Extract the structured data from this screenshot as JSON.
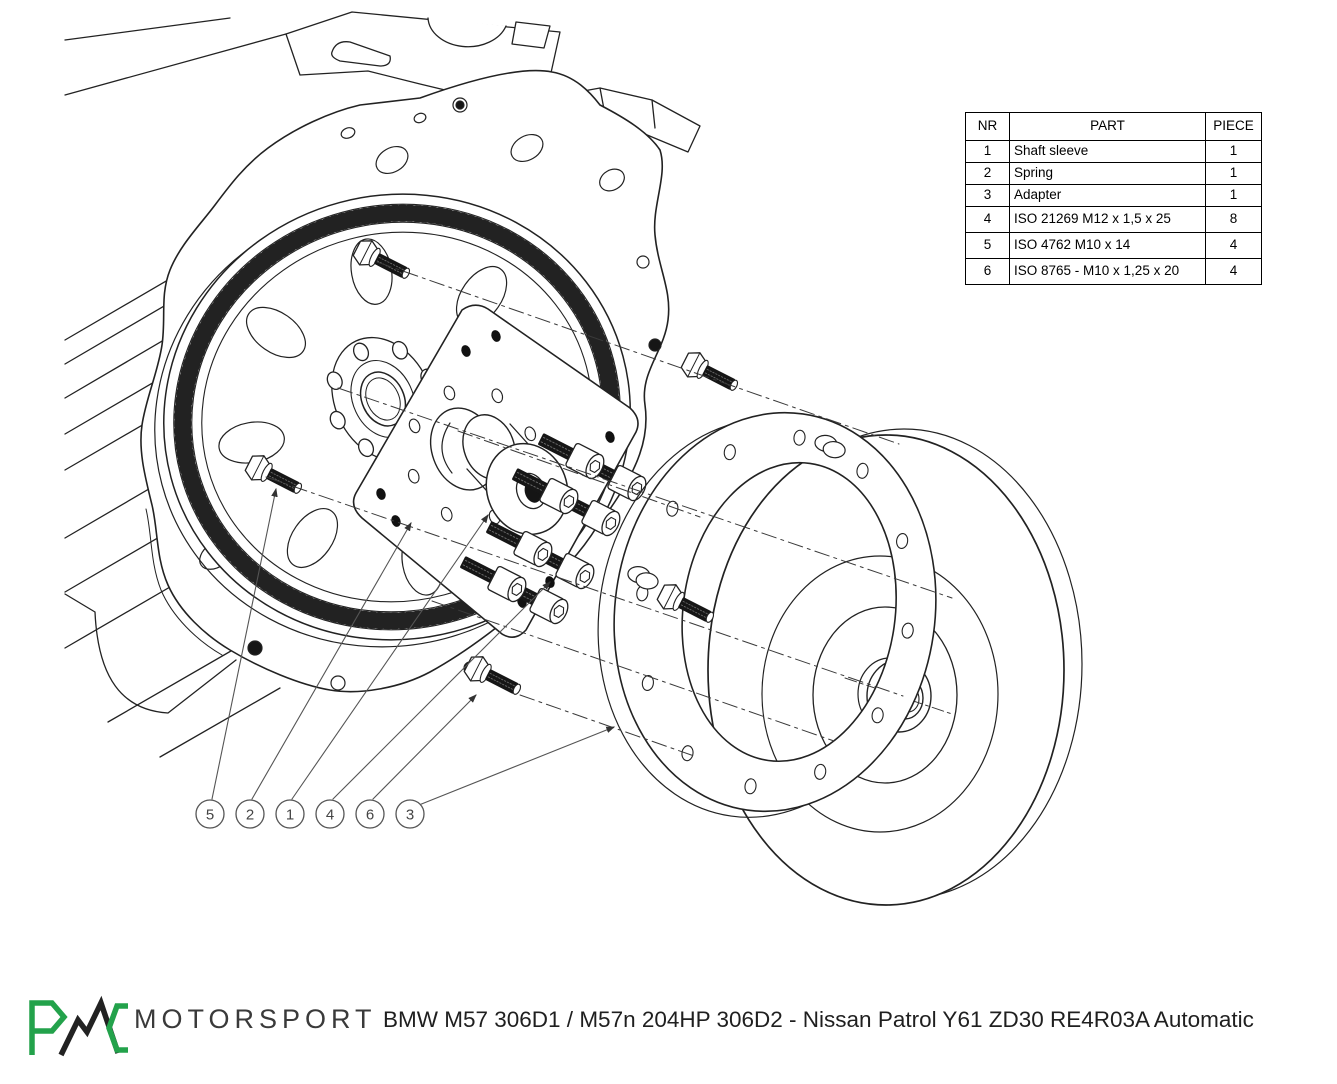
{
  "parts_table": {
    "headers": {
      "nr": "NR",
      "part": "PART",
      "piece": "PIECE"
    },
    "rows": [
      {
        "nr": "1",
        "part": "Shaft sleeve",
        "piece": "1"
      },
      {
        "nr": "2",
        "part": "Spring",
        "piece": "1"
      },
      {
        "nr": "3",
        "part": "Adapter",
        "piece": "1"
      },
      {
        "nr": "4",
        "part": "ISO 21269 M12 x 1,5 x 25",
        "piece": "8"
      },
      {
        "nr": "5",
        "part": "ISO 4762 M10 x 14",
        "piece": "4"
      },
      {
        "nr": "6",
        "part": "ISO 8765 - M10 x 1,25 x 20",
        "piece": "4"
      }
    ]
  },
  "callouts": {
    "labels": [
      "5",
      "2",
      "1",
      "4",
      "6",
      "3"
    ]
  },
  "footer": {
    "brand_name": "MOTORSPORT",
    "drawing_title": "BMW M57 306D1 / M57n 204HP 306D2 - Nissan Patrol Y61 ZD30 RE4R03A Automatic"
  },
  "colors": {
    "brand_green": "#23a24b",
    "line_color": "#222222"
  }
}
